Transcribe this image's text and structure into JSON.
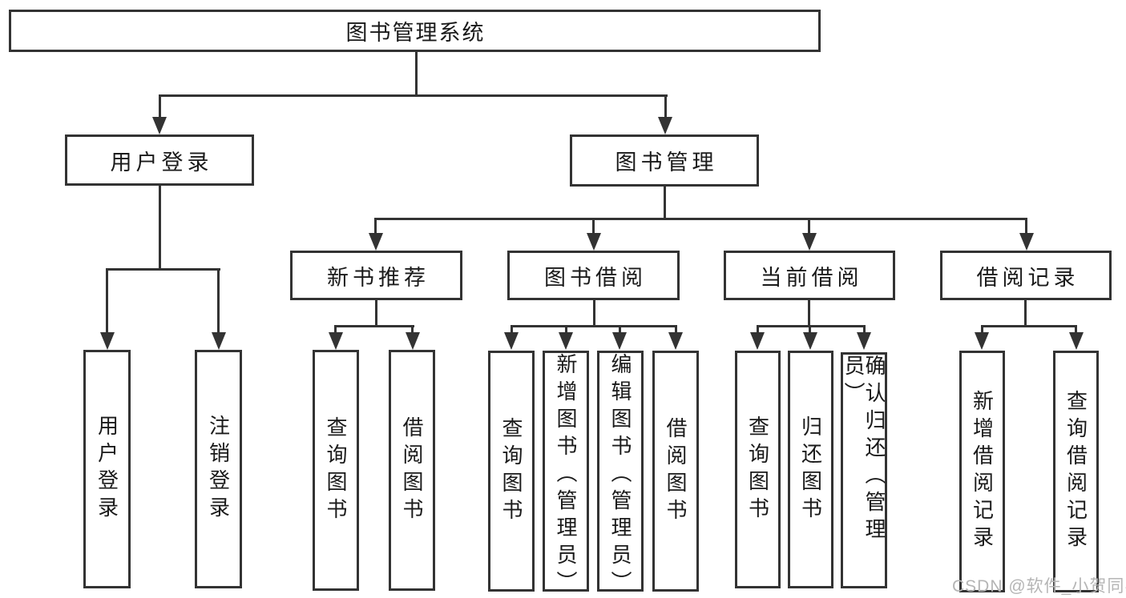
{
  "diagram": {
    "title": "图书管理系统",
    "type": "hierarchy-tree",
    "colors": {
      "background": "#ffffff",
      "line": "#333333",
      "text": "#1a1a1a",
      "watermark": "#b5b5b5"
    },
    "watermark": "CSDN @软件_小贺同学",
    "nodes": {
      "root": "图书管理系统",
      "user_login": "用户登录",
      "book_mgmt": "图书管理",
      "new_book": "新书推荐",
      "book_borrow": "图书借阅",
      "current_borrow": "当前借阅",
      "borrow_record": "借阅记录",
      "leaf_user_login": "用户登录",
      "leaf_logout": "注销登录",
      "leaf_nb_query": "查询图书",
      "leaf_nb_borrow": "借阅图书",
      "leaf_bb_query": "查询图书",
      "leaf_bb_add": "新增图书（管理员）",
      "leaf_bb_edit": "编辑图书（管理员）",
      "leaf_bb_borrow": "借阅图书",
      "leaf_cb_query": "查询图书",
      "leaf_cb_return": "归还图书",
      "leaf_cb_confirm": "确认归还（管理员）",
      "leaf_br_add": "新增借阅记录",
      "leaf_br_query": "查询借阅记录"
    },
    "hierarchy": {
      "图书管理系统": {
        "用户登录": [
          "用户登录",
          "注销登录"
        ],
        "图书管理": {
          "新书推荐": [
            "查询图书",
            "借阅图书"
          ],
          "图书借阅": [
            "查询图书",
            "新增图书（管理员）",
            "编辑图书（管理员）",
            "借阅图书"
          ],
          "当前借阅": [
            "查询图书",
            "归还图书",
            "确认归还（管理员）"
          ],
          "借阅记录": [
            "新增借阅记录",
            "查询借阅记录"
          ]
        }
      }
    }
  }
}
